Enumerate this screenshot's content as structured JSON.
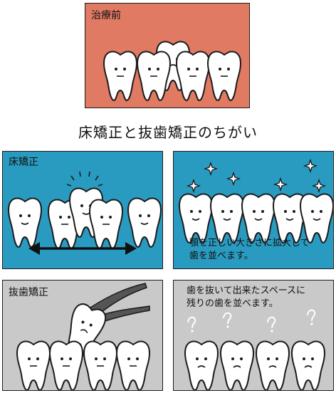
{
  "colors": {
    "before_bg": "#e07a63",
    "palate_bg": "#2a9bc0",
    "extraction_bg": "#c9c9c9",
    "tooth_fill": "#ffffff",
    "outline": "#1b1b1b"
  },
  "title": "床矯正と抜歯矯正のちがい",
  "panels": {
    "before": {
      "label": "治療前"
    },
    "palate_before": {
      "label": "床矯正"
    },
    "palate_after": {
      "caption_line1": "顎を正しい大きさに拡大して",
      "caption_line2": "歯を並べます。"
    },
    "extraction_before": {
      "label": "抜歯矯正"
    },
    "extraction_after": {
      "caption_line1": "歯を抜いて出来たスペースに",
      "caption_line2": "残りの歯を並べます。"
    }
  },
  "icons": [
    "tooth-icon",
    "sparkle-icon",
    "question-mark-icon",
    "pliers-icon",
    "double-arrow-icon"
  ]
}
